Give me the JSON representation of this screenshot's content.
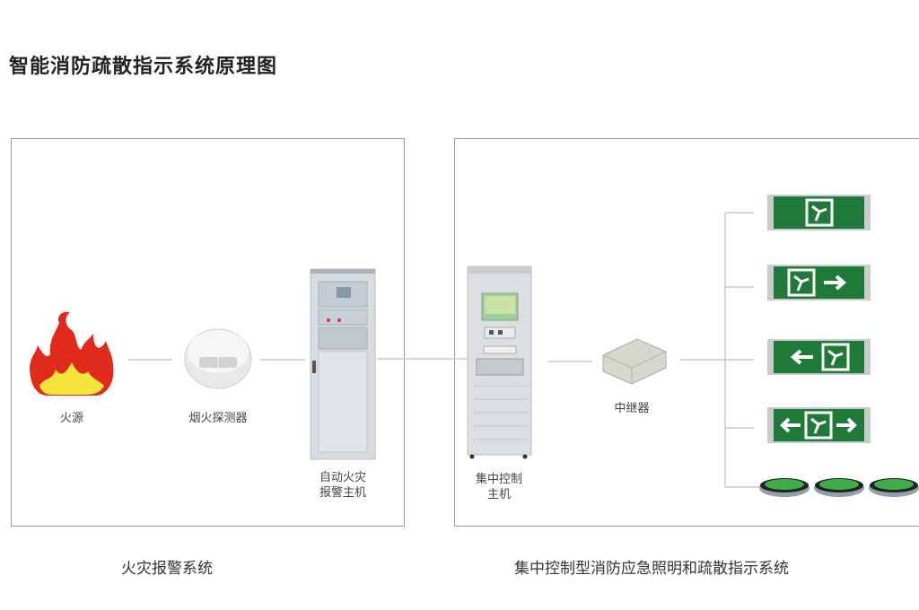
{
  "title": "智能消防疏散指示系统原理图",
  "fire_alarm_system": {
    "caption": "火灾报警系统",
    "fire_source": "火源",
    "smoke_detector": "烟火探测器",
    "alarm_host_line1": "自动火灾",
    "alarm_host_line2": "报警主机"
  },
  "evacuation_system": {
    "caption": "集中控制型消防应急照明和疏散指示系统",
    "control_host_line1": "集中控制",
    "control_host_line2": "主机",
    "repeater": "中继器",
    "signs": [
      "exit-icon",
      "exit-right-arrow",
      "left-arrow-exit",
      "left-arrow-exit-right-arrow"
    ],
    "floor_lights": 3
  },
  "colors": {
    "sign_green": "#1f7a3a",
    "flame_red": "#e02a1c",
    "flame_yellow": "#f5e43a"
  }
}
